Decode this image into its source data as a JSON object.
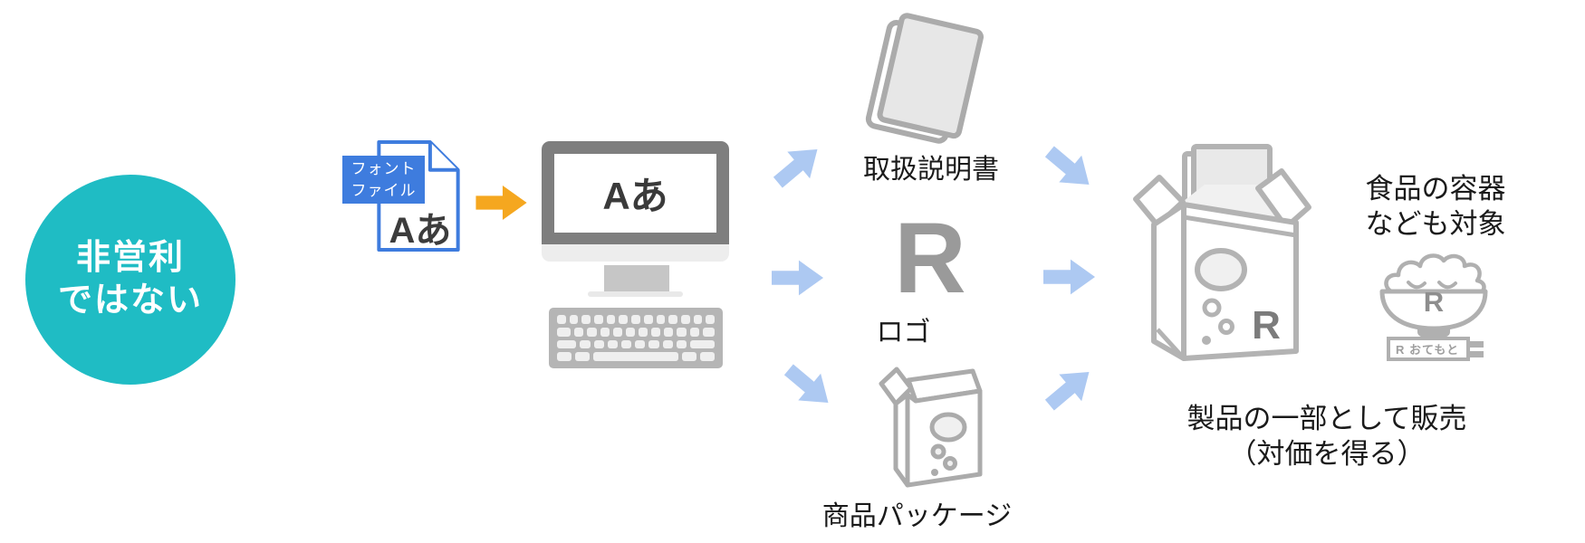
{
  "colors": {
    "teal_badge": "#1fbcc4",
    "file_blue": "#3e7cde",
    "orange_arrow": "#f5a71f",
    "flow_arrow_blue": "#adc9f2",
    "monitor_gray": "#7e7e7e",
    "icon_outline_gray": "#ababab",
    "logo_gray": "#9a9a9a",
    "text_dark": "#1a1a1a"
  },
  "badge": {
    "line1": "非営利",
    "line2": "ではない"
  },
  "font_file": {
    "label_line1": "フォント",
    "label_line2": "ファイル",
    "glyphs": "Aあ"
  },
  "computer": {
    "screen_text": "Aあ"
  },
  "outputs": {
    "manual_label": "取扱説明書",
    "logo_glyph": "R",
    "logo_label": "ロゴ",
    "package_label": "商品パッケージ"
  },
  "product": {
    "box_glyph": "R",
    "caption_line1": "製品の一部として販売",
    "caption_line2": "（対価を得る）"
  },
  "food": {
    "note_line1": "食品の容器",
    "note_line2": "なども対象",
    "bowl_glyph": "R",
    "chopstick_label": "R おてもと"
  }
}
